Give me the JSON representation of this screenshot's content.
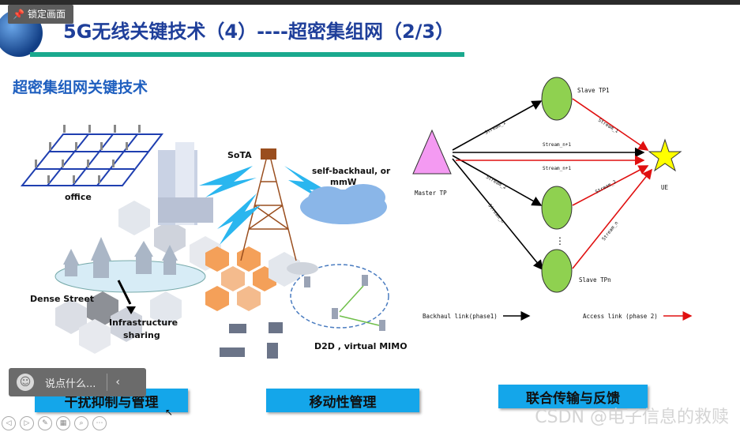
{
  "toolbar": {
    "lock_label": "锁定画面"
  },
  "slide": {
    "title": "5G无线关键技术（4）----超密集组网（2/3）",
    "subtitle": "超密集组网关键技术"
  },
  "illustration": {
    "office": "office",
    "sota": "SoTA",
    "self_backhaul_1": "self-backhaul, or",
    "self_backhaul_2": "mmW",
    "dense_street": "Dense Street",
    "infra_1": "Infrastructure",
    "infra_2": "sharing",
    "d2d": "D2D , virtual MIMO"
  },
  "diagram": {
    "master": "Master TP",
    "slave1": "Slave TP1",
    "slaven": "Slave TPn",
    "ue": "UE",
    "stream_1": "Stream_1",
    "stream_2": "Stream_2",
    "stream_n": "Stream_n",
    "stream_n1_top": "Stream_n+1",
    "stream_n1_bottom": "Stream_n+1",
    "r_stream_1": "Stream_1",
    "r_stream_2": "Stream_2",
    "r_stream_n": "Stream_n",
    "dots": "⋮",
    "legend_backhaul": "Backhaul link(phase1)",
    "legend_access": "Access link (phase 2)"
  },
  "labels": {
    "interference": "干扰抑制与管理",
    "mobility": "移动性管理",
    "joint": "联合传输与反馈"
  },
  "comment": {
    "placeholder": "说点什么..."
  },
  "watermark": "CSDN @电子信息的救赎",
  "colors": {
    "title": "#1f3f9a",
    "accent_rule": "#1aa98e",
    "label_box": "#14a6ea",
    "node_green": "#8fd150",
    "master_pink": "#f49af2",
    "ue_yellow": "#ffff00",
    "access_red": "#e01010"
  }
}
